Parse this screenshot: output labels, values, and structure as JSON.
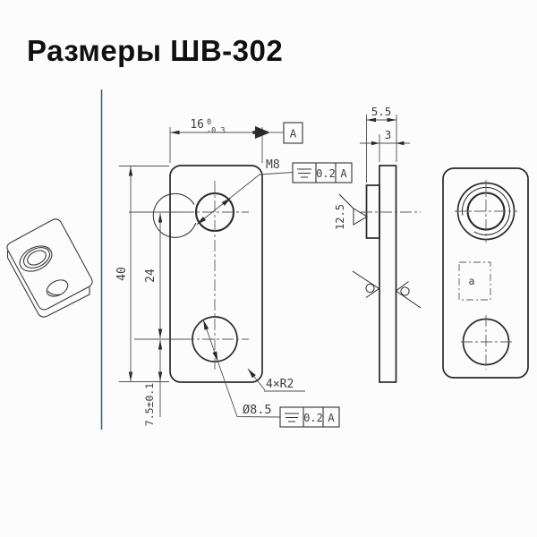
{
  "title": "Размеры ШВ-302",
  "colors": {
    "divider": "#2e6f6e",
    "line": "#2a2a2a",
    "dim_text": "#3f3f3f"
  },
  "front_view": {
    "dim_width": {
      "nominal": "16",
      "upper": "0",
      "lower": "-0.3"
    },
    "dim_height": "40",
    "dim_hole_spacing": "24",
    "dim_bottom_offset": "7.5±0.1",
    "thread_callout": "M8",
    "hole_callout": "Ø8.5",
    "corner_radius_callout": "4×R2",
    "datum_label": "A",
    "fcf_thread": {
      "symbol": "symmetry",
      "tolerance": "0.2",
      "datum": "A"
    },
    "fcf_hole": {
      "symbol": "symmetry",
      "tolerance": "0.2",
      "datum": "A"
    }
  },
  "side_view": {
    "dim_total_thickness": "5.5",
    "dim_plate_thickness": "3",
    "roughness_value": "12.5"
  },
  "rear_view": {
    "marking_label": "a"
  }
}
